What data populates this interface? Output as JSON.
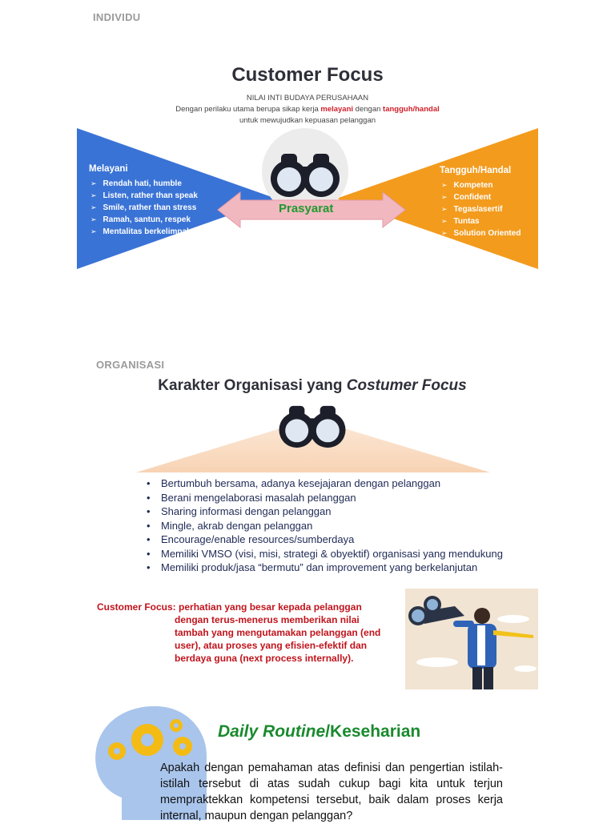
{
  "individu": {
    "section_label": "INDIVIDU",
    "title": "Customer Focus",
    "subtitle": "NILAI INTI BUDAYA PERUSAHAAN",
    "desc_part1": "Dengan perilaku utama berupa sikap kerja ",
    "desc_highlight1": "melayani",
    "desc_part2": " dengan ",
    "desc_highlight2": "tangguh/handal",
    "desc_line2": "untuk mewujudkan kepuasan pelanggan",
    "left": {
      "heading": "Melayani",
      "items": [
        "Rendah hati, humble",
        "Listen, rather than speak",
        "Smile, rather than stress",
        "Ramah, santun, respek",
        "Mentalitas berkelimpahan"
      ],
      "color": "#3a73d6"
    },
    "right": {
      "heading": "Tangguh/Handal",
      "items": [
        "Kompeten",
        "Confident",
        "Tegas/asertif",
        "Tuntas",
        "Solution Oriented"
      ],
      "color": "#f39b1d"
    },
    "center_label": "Prasyarat",
    "center_icon": "binoculars-icon"
  },
  "organisasi": {
    "section_label": "ORGANISASI",
    "title_plain": "Karakter Organisasi yang ",
    "title_italic": "Costumer Focus",
    "icon": "binoculars-icon",
    "bullets": [
      "Bertumbuh bersama, adanya kesejajaran dengan pelanggan",
      "Berani mengelaborasi masalah pelanggan",
      "Sharing informasi dengan pelanggan",
      "Mingle, akrab dengan pelanggan",
      "Encourage/enable resources/sumberdaya",
      "Memiliki VMSO (visi, misi, strategi & obyektif) organisasi yang mendukung",
      "Memiliki produk/jasa “bermutu” dan improvement yang berkelanjutan"
    ]
  },
  "definition": {
    "label": "Customer Focus:",
    "lines": [
      "perhatian yang besar kepada pelanggan",
      "dengan terus-menerus memberikan nilai",
      "tambah yang mengutamakan pelanggan (end",
      "user), atau proses yang efisien-efektif dan",
      "berdaya guna (next process internally)."
    ],
    "illustration": "man-with-telescope-illustration"
  },
  "routine": {
    "title_italic": "Daily Routine",
    "title_rest": "/Keseharian",
    "icon": "head-gears-icon",
    "paragraph": "Apakah dengan pemahaman atas definisi dan pengertian istilah-istilah tersebut di atas sudah cukup bagi kita untuk terjun mempraktekkan kompetensi tersebut, baik dalam proses kerja internal, maupun dengan pelanggan?"
  }
}
